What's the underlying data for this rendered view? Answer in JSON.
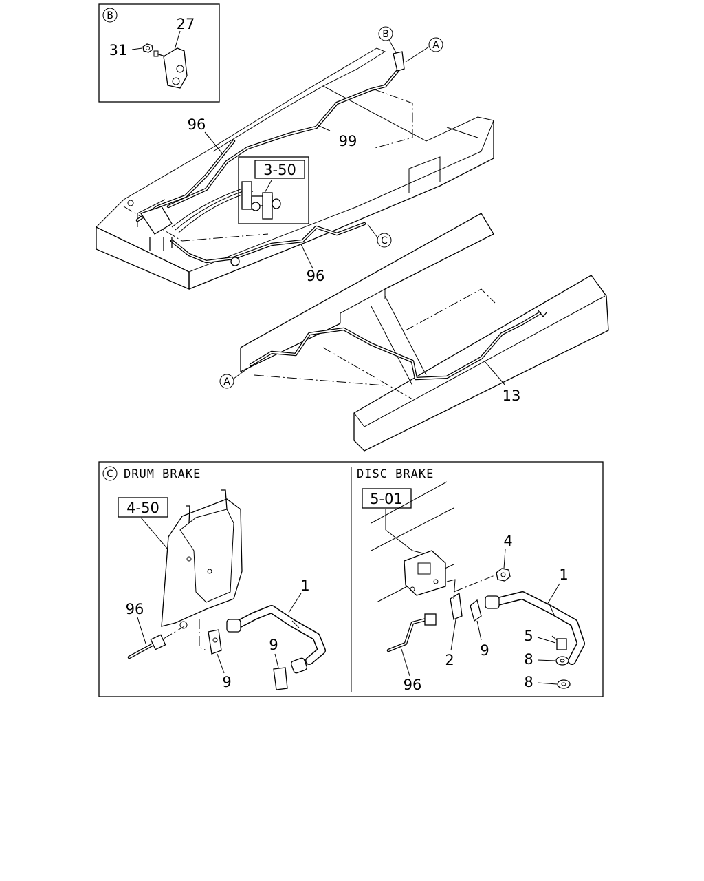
{
  "detail_b": {
    "circle_letter": "B",
    "part_27": "27",
    "part_31": "31"
  },
  "frame_view": {
    "callout_b": "B",
    "callout_a_top": "A",
    "callout_c": "C",
    "callout_a_bottom": "A",
    "part_96_top": "96",
    "part_99": "99",
    "ref_3_50": "3-50",
    "part_96_bottom": "96",
    "part_13": "13"
  },
  "detail_c": {
    "circle_letter": "C",
    "drum_title": "DRUM BRAKE",
    "disc_title": "DISC BRAKE",
    "drum": {
      "ref_4_50": "4-50",
      "part_96": "96",
      "part_1": "1",
      "part_9_upper": "9",
      "part_9_lower": "9"
    },
    "disc": {
      "ref_5_01": "5-01",
      "part_4": "4",
      "part_1": "1",
      "part_5": "5",
      "part_8_upper": "8",
      "part_8_lower": "8",
      "part_2": "2",
      "part_9": "9",
      "part_96": "96"
    }
  }
}
